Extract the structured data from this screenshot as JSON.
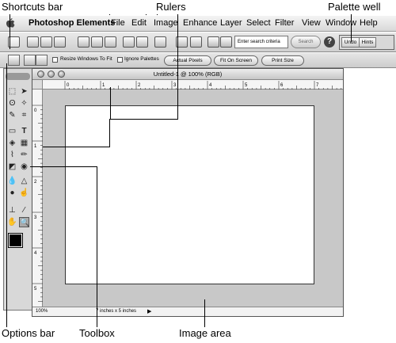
{
  "callouts": {
    "shortcuts_bar": "Shortcuts bar",
    "rulers": "Rulers",
    "palette_well": "Palette well",
    "options_bar": "Options bar",
    "toolbox": "Toolbox",
    "image_area": "Image area"
  },
  "menubar": {
    "app_name": "Photoshop Elements",
    "items": [
      "File",
      "Edit",
      "Image",
      "Enhance",
      "Layer",
      "Select",
      "Filter",
      "View",
      "Window",
      "Help"
    ]
  },
  "shortcuts": {
    "search_placeholder": "Enter search criteria",
    "search_button": "Search",
    "help_icon": "?",
    "palette_tabs": [
      "Undo",
      "Hints"
    ]
  },
  "options": {
    "resize_windows_label": "Resize Windows To Fit",
    "ignore_palettes_label": "Ignore Palettes",
    "actual_pixels": "Actual Pixels",
    "fit_on_screen": "Fit On Screen",
    "print_size": "Print Size"
  },
  "document": {
    "title": "Untitled-1 @ 100% (RGB)",
    "zoom": "100%",
    "doc_size": "7 inches x 5 inches",
    "hruler_labels": [
      "0",
      "1",
      "2",
      "3",
      "4",
      "5",
      "6",
      "7"
    ],
    "vruler_labels": [
      "0",
      "1",
      "2",
      "3",
      "4",
      "5"
    ]
  },
  "icons": [
    "apple-icon",
    "new-icon",
    "open-icon",
    "browse-icon",
    "save-icon",
    "print-icon",
    "preview-icon",
    "email-icon",
    "quickfix-icon",
    "undo-icon",
    "redo-icon",
    "zoom-icon",
    "hand-icon",
    "help-icon"
  ]
}
